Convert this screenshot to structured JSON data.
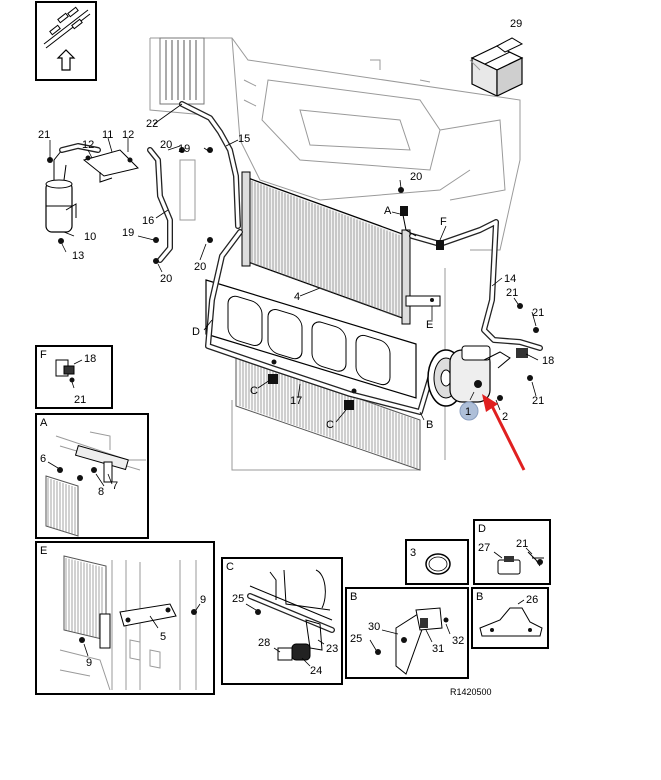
{
  "callouts": {
    "n29": "29",
    "n22": "22",
    "n21a": "21",
    "n12a": "12",
    "n11": "11",
    "n12b": "12",
    "n20a": "20",
    "n19a": "19",
    "n15": "15",
    "n20b": "20",
    "nA_top": "A",
    "nF_top": "F",
    "n10": "10",
    "n13": "13",
    "n16": "16",
    "n19b": "19",
    "n20c": "20",
    "n20d": "20",
    "n4": "4",
    "n14": "14",
    "n21b": "21",
    "n21c": "21",
    "nD_main": "D",
    "nE_main": "E",
    "n18a": "18",
    "nC_left": "C",
    "n17": "17",
    "nC_mid": "C",
    "n1": "1",
    "n2": "2",
    "n21d": "21",
    "nB_main": "B"
  },
  "detail_F": {
    "letter": "F",
    "n18": "18",
    "n21": "21"
  },
  "detail_A": {
    "letter": "A",
    "n6": "6",
    "n7": "7",
    "n8": "8"
  },
  "detail_E": {
    "letter": "E",
    "n9a": "9",
    "n5": "5",
    "n9b": "9"
  },
  "detail_C": {
    "letter": "C",
    "n25": "25",
    "n23": "23",
    "n28": "28",
    "n24": "24"
  },
  "detail_3": {
    "n3": "3"
  },
  "detail_D": {
    "letter": "D",
    "n27": "27",
    "n21": "21"
  },
  "detail_B1": {
    "letter": "B",
    "n30": "30",
    "n25": "25",
    "n31": "31",
    "n32": "32"
  },
  "detail_B2": {
    "letter": "B",
    "n26": "26"
  },
  "reference": "R1420500"
}
